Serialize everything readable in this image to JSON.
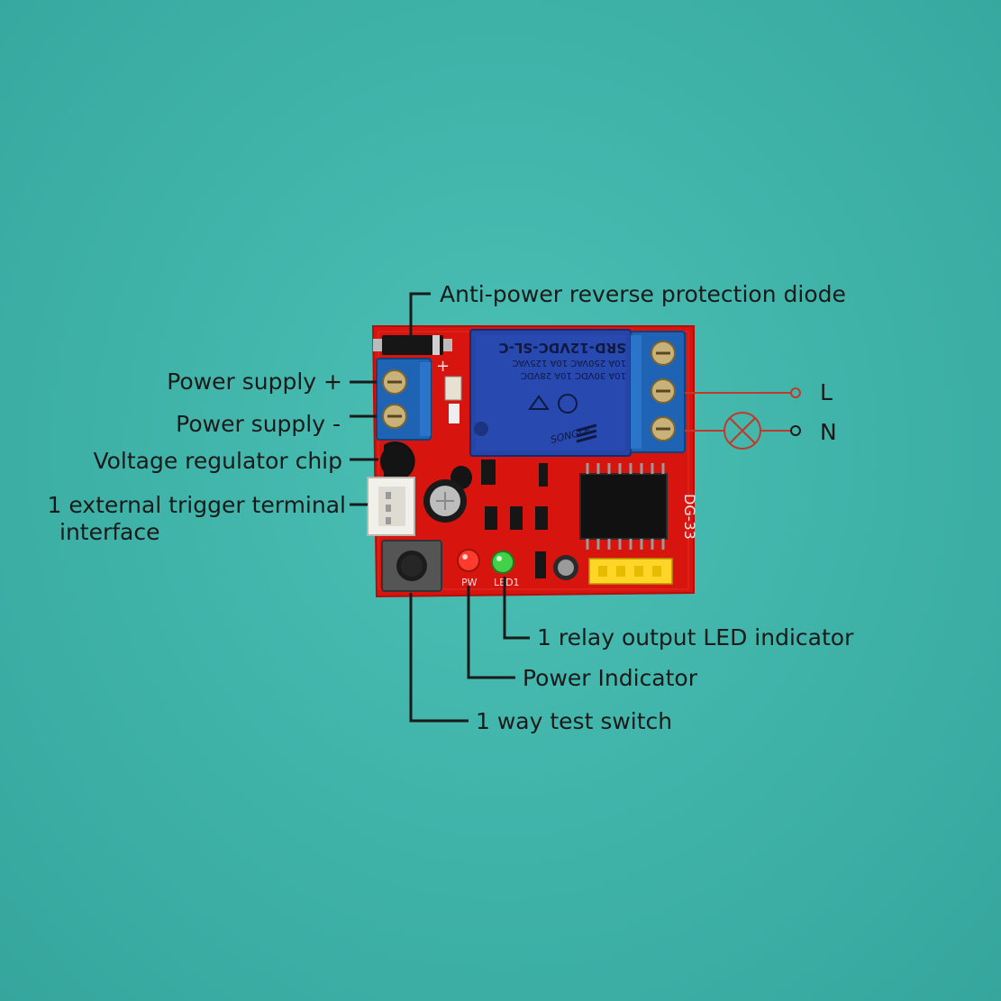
{
  "labels": {
    "diode": "Anti-power reverse protection diode",
    "power_plus": "Power supply +",
    "power_minus": "Power supply -",
    "regulator": "Voltage regulator chip",
    "trigger_line1": "1 external trigger terminal",
    "trigger_line2": "interface",
    "relay_led": "1 relay output LED indicator",
    "power_indicator": "Power Indicator",
    "test_switch": "1 way test switch",
    "load_l": "L",
    "load_n": "N"
  },
  "board": {
    "model": "DG-33",
    "plus_mark": "+",
    "pw_label": "PW",
    "led1_label": "LED1"
  },
  "relay": {
    "model": "SRD-12VDC-SL-C",
    "rating_1": "10A 250VAC  10A 125VAC",
    "rating_2": "10A 30VDC  10A 28VDC",
    "brand": "SONGLE"
  },
  "colors": {
    "background": "#45b8ae",
    "pcb": "#d8140f",
    "relay": "#2545a8",
    "terminal": "#1f63b5",
    "leader_line": "#1a1a1a",
    "load_wire": "#c0392b"
  },
  "icons": {
    "lamp": "lamp-icon"
  }
}
